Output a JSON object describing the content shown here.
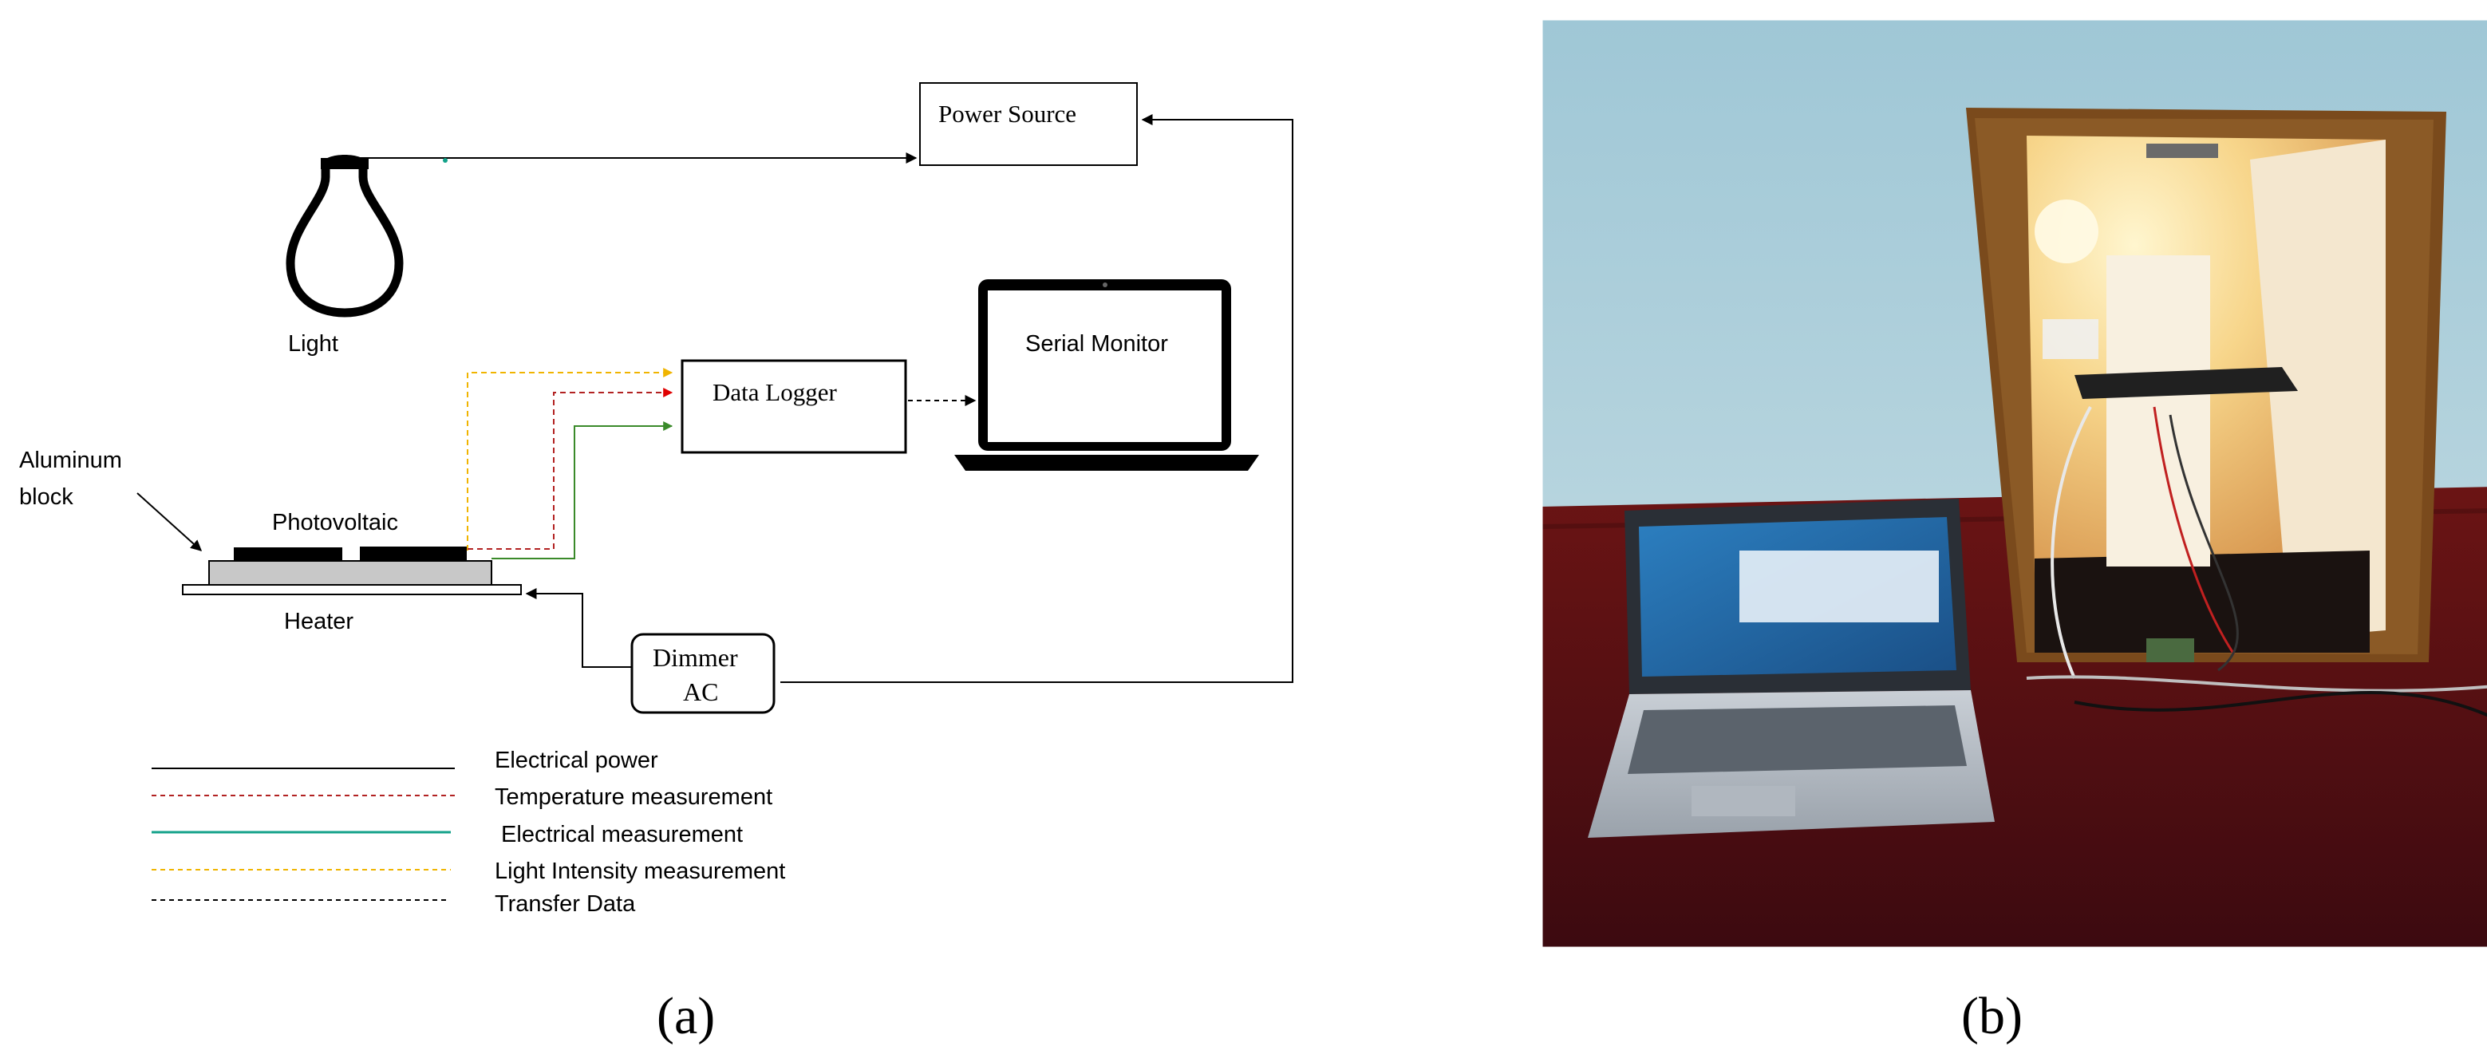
{
  "panel_a": {
    "caption": "(a)",
    "components": {
      "power_source": "Power Source",
      "light": "Light",
      "data_logger": "Data Logger",
      "serial_monitor": "Serial Monitor",
      "aluminum_block_line1": "Aluminum",
      "aluminum_block_line2": "block",
      "photovoltaic": "Photovoltaic",
      "heater": "Heater",
      "dimmer_line1": "Dimmer",
      "dimmer_line2": "AC"
    },
    "legend": [
      {
        "label": "Electrical power",
        "color": "#000000",
        "dashed": false
      },
      {
        "label": "Temperature measurement",
        "color": "#b22222",
        "dashed": true
      },
      {
        "label": " Electrical measurement",
        "color": "#13a28a",
        "dashed": false
      },
      {
        "label": "Light Intensity measurement",
        "color": "#f0b400",
        "dashed": true
      },
      {
        "label": "Transfer Data",
        "color": "#000000",
        "dashed": true
      }
    ],
    "colors": {
      "temperature_arrow": "#e00000",
      "electrical_arrow": "#3a8a2a",
      "light_arrow": "#f0b400"
    }
  },
  "panel_b": {
    "caption": "(b)"
  }
}
